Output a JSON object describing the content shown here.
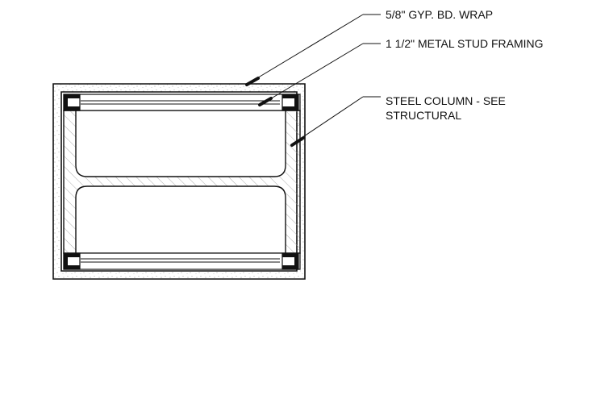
{
  "notes": {
    "gyp_wrap": "5/8\" GYP. BD. WRAP",
    "stud_framing": "1 1/2\" METAL STUD FRAMING",
    "steel_column_line1": "STEEL COLUMN - SEE",
    "steel_column_line2": "STRUCTURAL"
  },
  "colors": {
    "line": "#111111",
    "hatch": "#9a9a9a",
    "stipple": "#8a8a8a",
    "background": "#ffffff"
  }
}
